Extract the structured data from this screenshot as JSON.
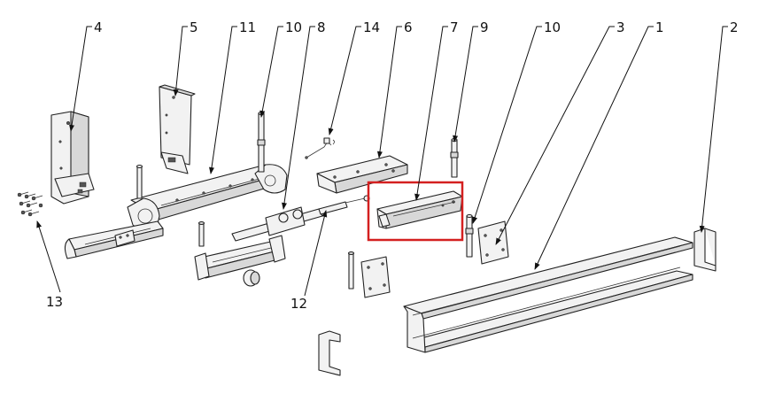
{
  "callouts": [
    {
      "id": "callout-1",
      "label": "1"
    },
    {
      "id": "callout-2",
      "label": "2"
    },
    {
      "id": "callout-3",
      "label": "3"
    },
    {
      "id": "callout-4",
      "label": "4"
    },
    {
      "id": "callout-5",
      "label": "5"
    },
    {
      "id": "callout-6",
      "label": "6"
    },
    {
      "id": "callout-7",
      "label": "7"
    },
    {
      "id": "callout-8",
      "label": "8"
    },
    {
      "id": "callout-9",
      "label": "9"
    },
    {
      "id": "callout-10a",
      "label": "10"
    },
    {
      "id": "callout-10b",
      "label": "10"
    },
    {
      "id": "callout-11",
      "label": "11"
    },
    {
      "id": "callout-12",
      "label": "12"
    },
    {
      "id": "callout-13",
      "label": "13"
    },
    {
      "id": "callout-14",
      "label": "14"
    }
  ],
  "highlight": {
    "part_label": "7",
    "color": "#d42020"
  },
  "colors": {
    "line": "#222222",
    "fill": "#f2f2f2",
    "highlight": "#d42020"
  }
}
